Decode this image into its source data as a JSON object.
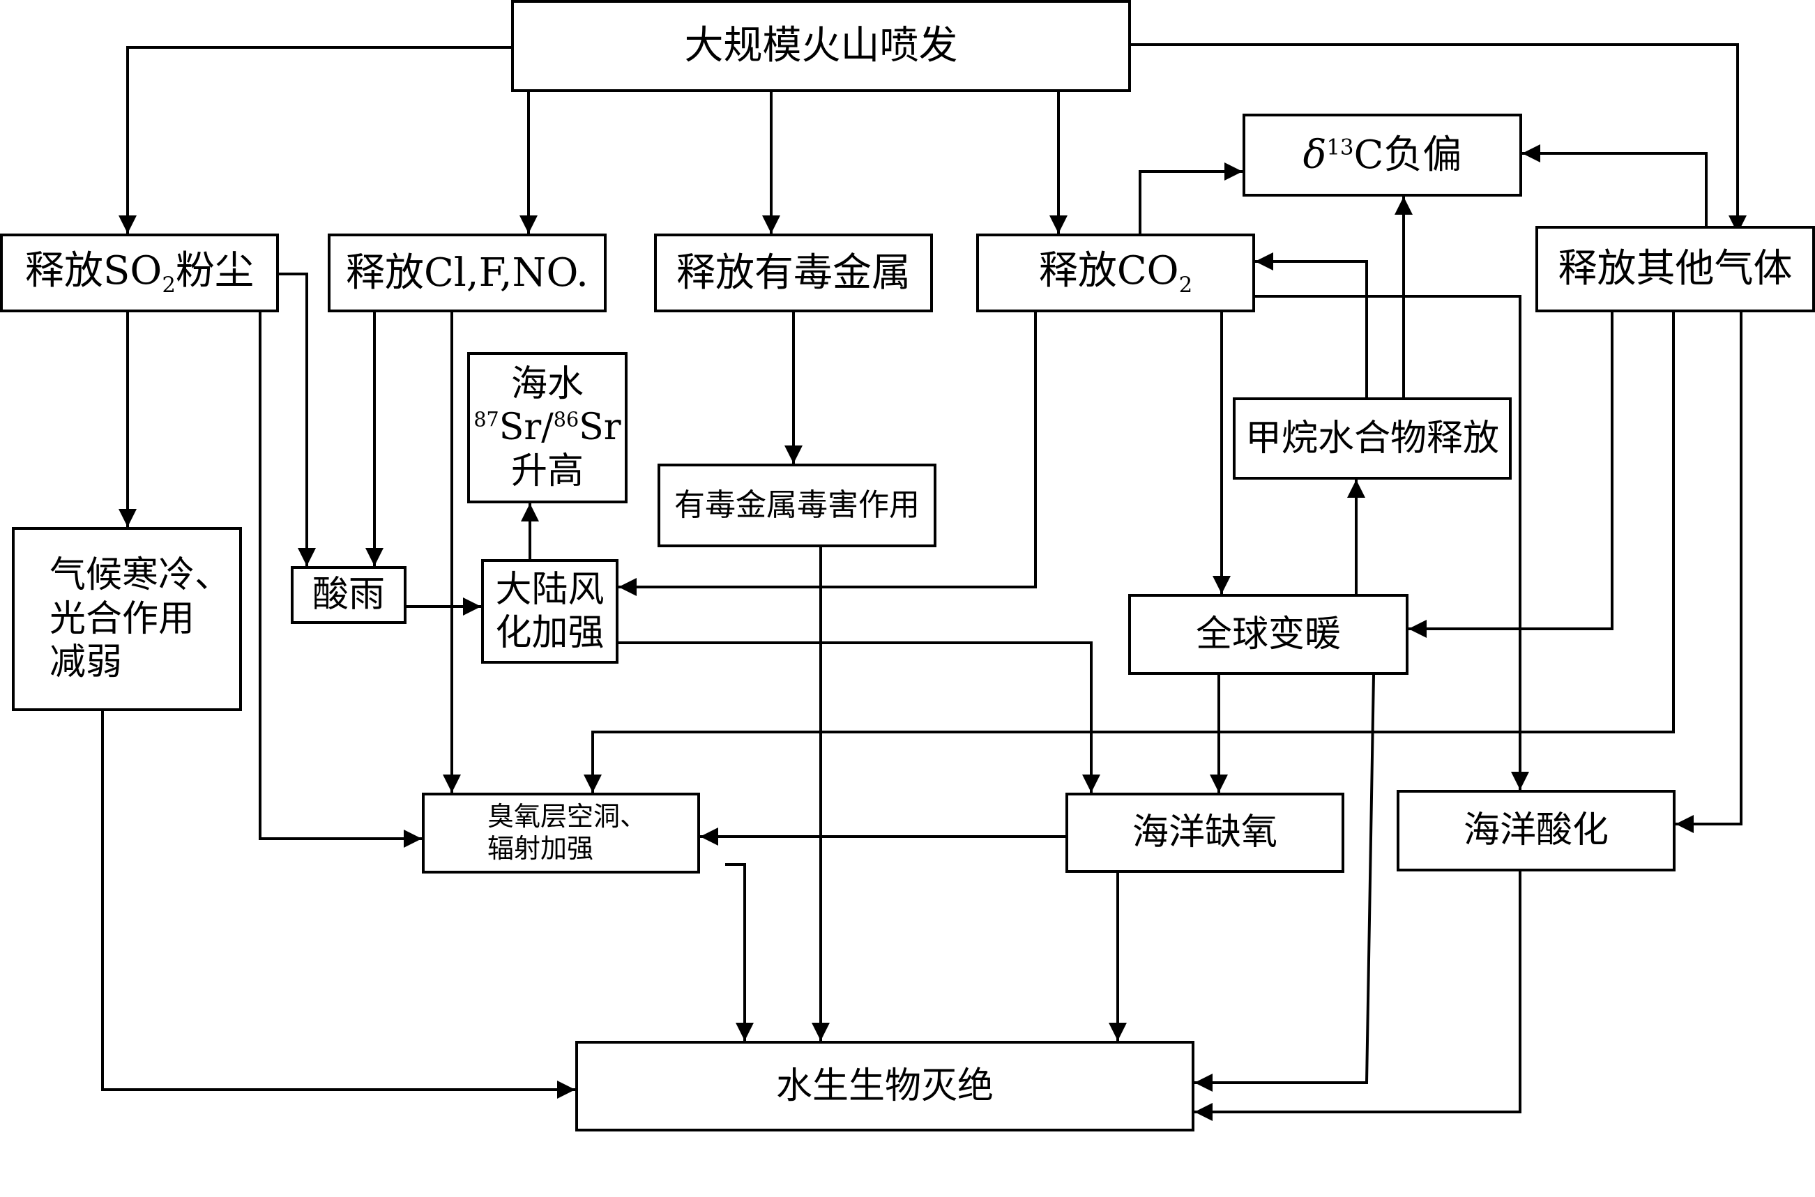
{
  "nodes": {
    "eruption": "大规模火山喷发",
    "so2_prefix": "释放SO",
    "so2_sub": "2",
    "so2_suffix": "粉尘",
    "clfno": "释放Cl,F,NO.",
    "toxic_metal": "释放有毒金属",
    "co2_prefix": "释放CO",
    "co2_sub": "2",
    "other_gas": "释放其他气体",
    "delta_symbol": "δ",
    "delta_sup": "13",
    "delta_suffix": "C负偏",
    "sr_line1": "海水",
    "sr_sup1": "87",
    "sr_mid": "Sr/",
    "sr_sup2": "86",
    "sr_end": "Sr",
    "sr_line3": "升高",
    "methane": "甲烷水合物释放",
    "toxic_effect": "有毒金属毒害作用",
    "cold": "气候寒冷、\n光合作用\n减弱",
    "acid_rain": "酸雨",
    "weathering": "大陆风\n化加强",
    "warming": "全球变暖",
    "ozone": "臭氧层空洞、\n辐射加强",
    "anoxia": "海洋缺氧",
    "acidification": "海洋酸化",
    "extinction": "水生生物灭绝"
  }
}
